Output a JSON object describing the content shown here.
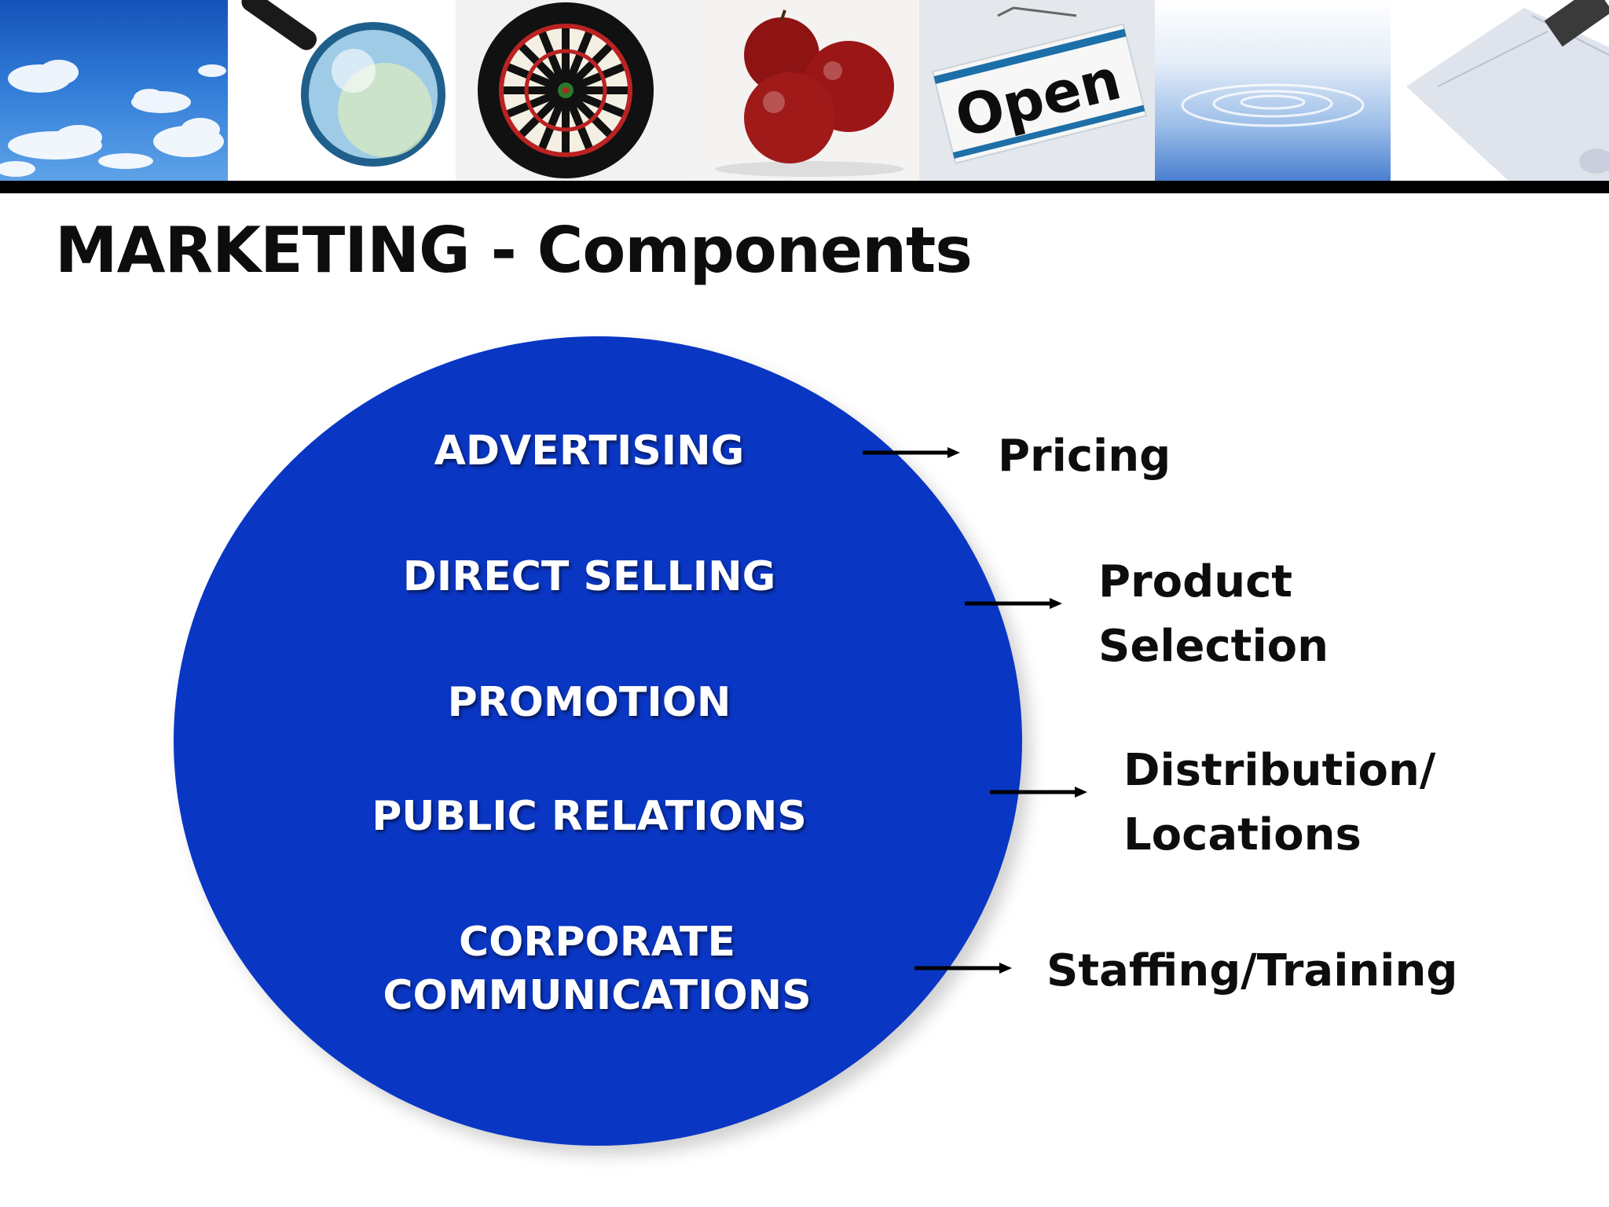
{
  "title": "MARKETING - Components",
  "colors": {
    "circle_fill": "#0a36c4",
    "header_rule": "#000000",
    "title_text": "#0d0d0d",
    "circle_text": "#ffffff"
  },
  "banner": {
    "images": [
      {
        "name": "sky-clouds-image"
      },
      {
        "name": "magnifying-glass-image"
      },
      {
        "name": "dartboard-image"
      },
      {
        "name": "apples-image"
      },
      {
        "name": "open-sign-image",
        "sign_text": "Open"
      },
      {
        "name": "water-ripple-image"
      },
      {
        "name": "blueprint-roll-image"
      }
    ]
  },
  "circle": {
    "items": [
      "ADVERTISING",
      "DIRECT SELLING",
      "PROMOTION",
      "PUBLIC RELATIONS",
      "CORPORATE\nCOMMUNICATIONS"
    ]
  },
  "outcomes": {
    "pricing": "Pricing",
    "product_selection": "Product\nSelection",
    "distribution": "Distribution/\nLocations",
    "staffing": "Staffing/Training"
  }
}
